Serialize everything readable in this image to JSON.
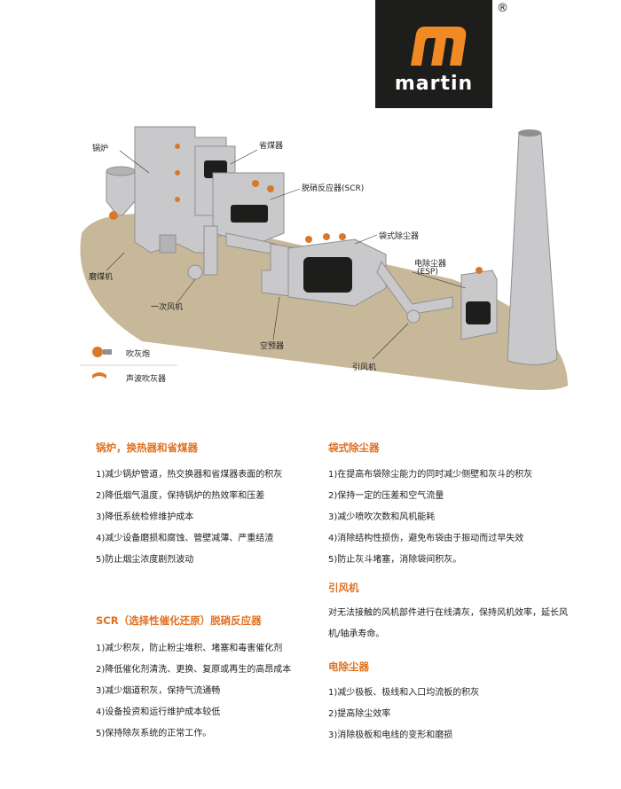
{
  "brand": {
    "name": "martin",
    "reg_mark": "®"
  },
  "diagram": {
    "labels": {
      "boiler": "锅炉",
      "economizer": "省煤器",
      "scr": "脱硝反应器(SCR)",
      "baghouse": "袋式除尘器",
      "esp": "电除尘器",
      "esp_abbr": "(ESP)",
      "mill": "磨煤机",
      "primary_fan": "一次风机",
      "air_preheater": "空预器",
      "id_fan": "引风机"
    },
    "legend": {
      "soot_blower": "吹灰炮",
      "sonic_horn": "声波吹灰器"
    },
    "colors": {
      "equipment": "#c9c9cb",
      "equipment_dark": "#8f8f92",
      "ground": "#c8b89a",
      "cannon": "#d9782a",
      "logo_bg": "#1d1d1b",
      "logo_m": "#f08a24"
    }
  },
  "sections": {
    "boiler": {
      "title": "锅炉，换热器和省煤器",
      "items": [
        "1)减少锅炉管道，热交换器和省煤器表面的积灰",
        "2)降低烟气温度，保持锅炉的热效率和压差",
        "3)降低系统检修维护成本",
        "4)减少设备磨损和腐蚀、管壁减薄、严重结渣",
        "5)防止烟尘浓度剧烈波动"
      ]
    },
    "scr": {
      "title": "SCR（选择性催化还原）脱硝反应器",
      "items": [
        "1)减少积灰，防止粉尘堆积、堵塞和毒害催化剂",
        "2)降低催化剂清洗、更换、复原或再生的高昂成本",
        "3)减少烟道积灰，保持气流通畅",
        "4)设备投资和运行维护成本较低",
        "5)保持除灰系统的正常工作。"
      ]
    },
    "baghouse": {
      "title": "袋式除尘器",
      "items": [
        "1)在提高布袋除尘能力的同时减少侧壁和灰斗的积灰",
        "2)保持一定的压差和空气流量",
        "3)减少喷吹次数和风机能耗",
        "4)消除结构性损伤，避免布袋由于振动而过早失效",
        "5)防止灰斗堵塞，消除袋间积灰。"
      ]
    },
    "id_fan": {
      "title": "引风机",
      "text": "对无法接触的风机部件进行在线清灰，保持风机效率，延长风机/轴承寿命。"
    },
    "esp": {
      "title": "电除尘器",
      "items": [
        "1)减少极板、极线和入口均流板的积灰",
        "2)提高除尘效率",
        "3)消除极板和电线的变形和磨损"
      ]
    }
  }
}
